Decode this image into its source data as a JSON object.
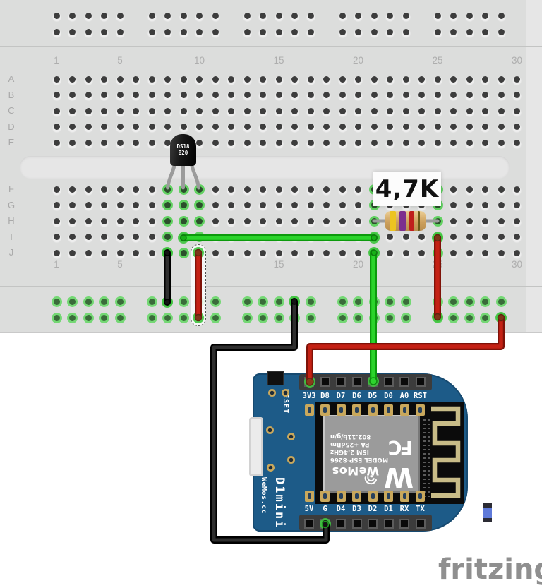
{
  "watermark": "fritzing",
  "breadboard": {
    "row_labels": [
      "A",
      "B",
      "C",
      "D",
      "E",
      "F",
      "G",
      "H",
      "I",
      "J"
    ],
    "column_numbers": [
      1,
      5,
      10,
      15,
      20,
      25,
      30
    ],
    "total_columns": 30,
    "connected_columns": [
      8,
      9,
      10,
      21,
      25
    ],
    "body_color": "#dcdddc",
    "highlight_color": "#61d161"
  },
  "sensor": {
    "name": "DS18B20",
    "label_line1": "DS18",
    "label_line2": "B20"
  },
  "resistor": {
    "value_label": "4,7K",
    "bands": [
      "yellow",
      "violet",
      "red",
      "gold"
    ],
    "band_colors": [
      "#ecc421",
      "#7c2f8e",
      "#bf1f1c",
      "#6b5a17"
    ],
    "body_color": "#cda05c"
  },
  "board": {
    "top_pins": [
      "3V3",
      "D8",
      "D7",
      "D6",
      "D5",
      "D0",
      "A0",
      "RST"
    ],
    "bottom_pins": [
      "5V",
      "G",
      "D4",
      "D3",
      "D2",
      "D1",
      "RX",
      "TX"
    ],
    "reset_label": "RESET",
    "model_label": "D1mini",
    "brand_label": "WeMos.cc",
    "pcb_color": "#1d5b88",
    "antenna_color": "#c8bc88",
    "shield": {
      "logo_w": "W",
      "logo_text": "WeMos",
      "cert": "FC",
      "lines": [
        "MODEL ESP-8266",
        "ISM 2.4GHz",
        "PA +25dBm",
        "802.11b/g/n"
      ]
    }
  },
  "wires": {
    "green": "#2bd42b",
    "red": "#c42114",
    "black": "#2e2e2e",
    "connections": [
      {
        "from": "sensor GND col 8 row J",
        "to": "bottom rail row 1",
        "color": "black"
      },
      {
        "from": "sensor DQ col 9 row I",
        "to": "col 21 row I",
        "color": "green"
      },
      {
        "from": "col 21 row J",
        "to": "board pin D5",
        "color": "green"
      },
      {
        "from": "sensor VDD col 10 row J",
        "to": "bottom rail row 2",
        "color": "red",
        "selected": true
      },
      {
        "from": "resistor col 25 row I",
        "to": "bottom rail row 2",
        "color": "red"
      },
      {
        "from": "bottom rail row 2",
        "to": "board pin 3V3",
        "color": "red"
      },
      {
        "from": "bottom rail row 1",
        "to": "board pin G",
        "color": "black"
      }
    ]
  }
}
